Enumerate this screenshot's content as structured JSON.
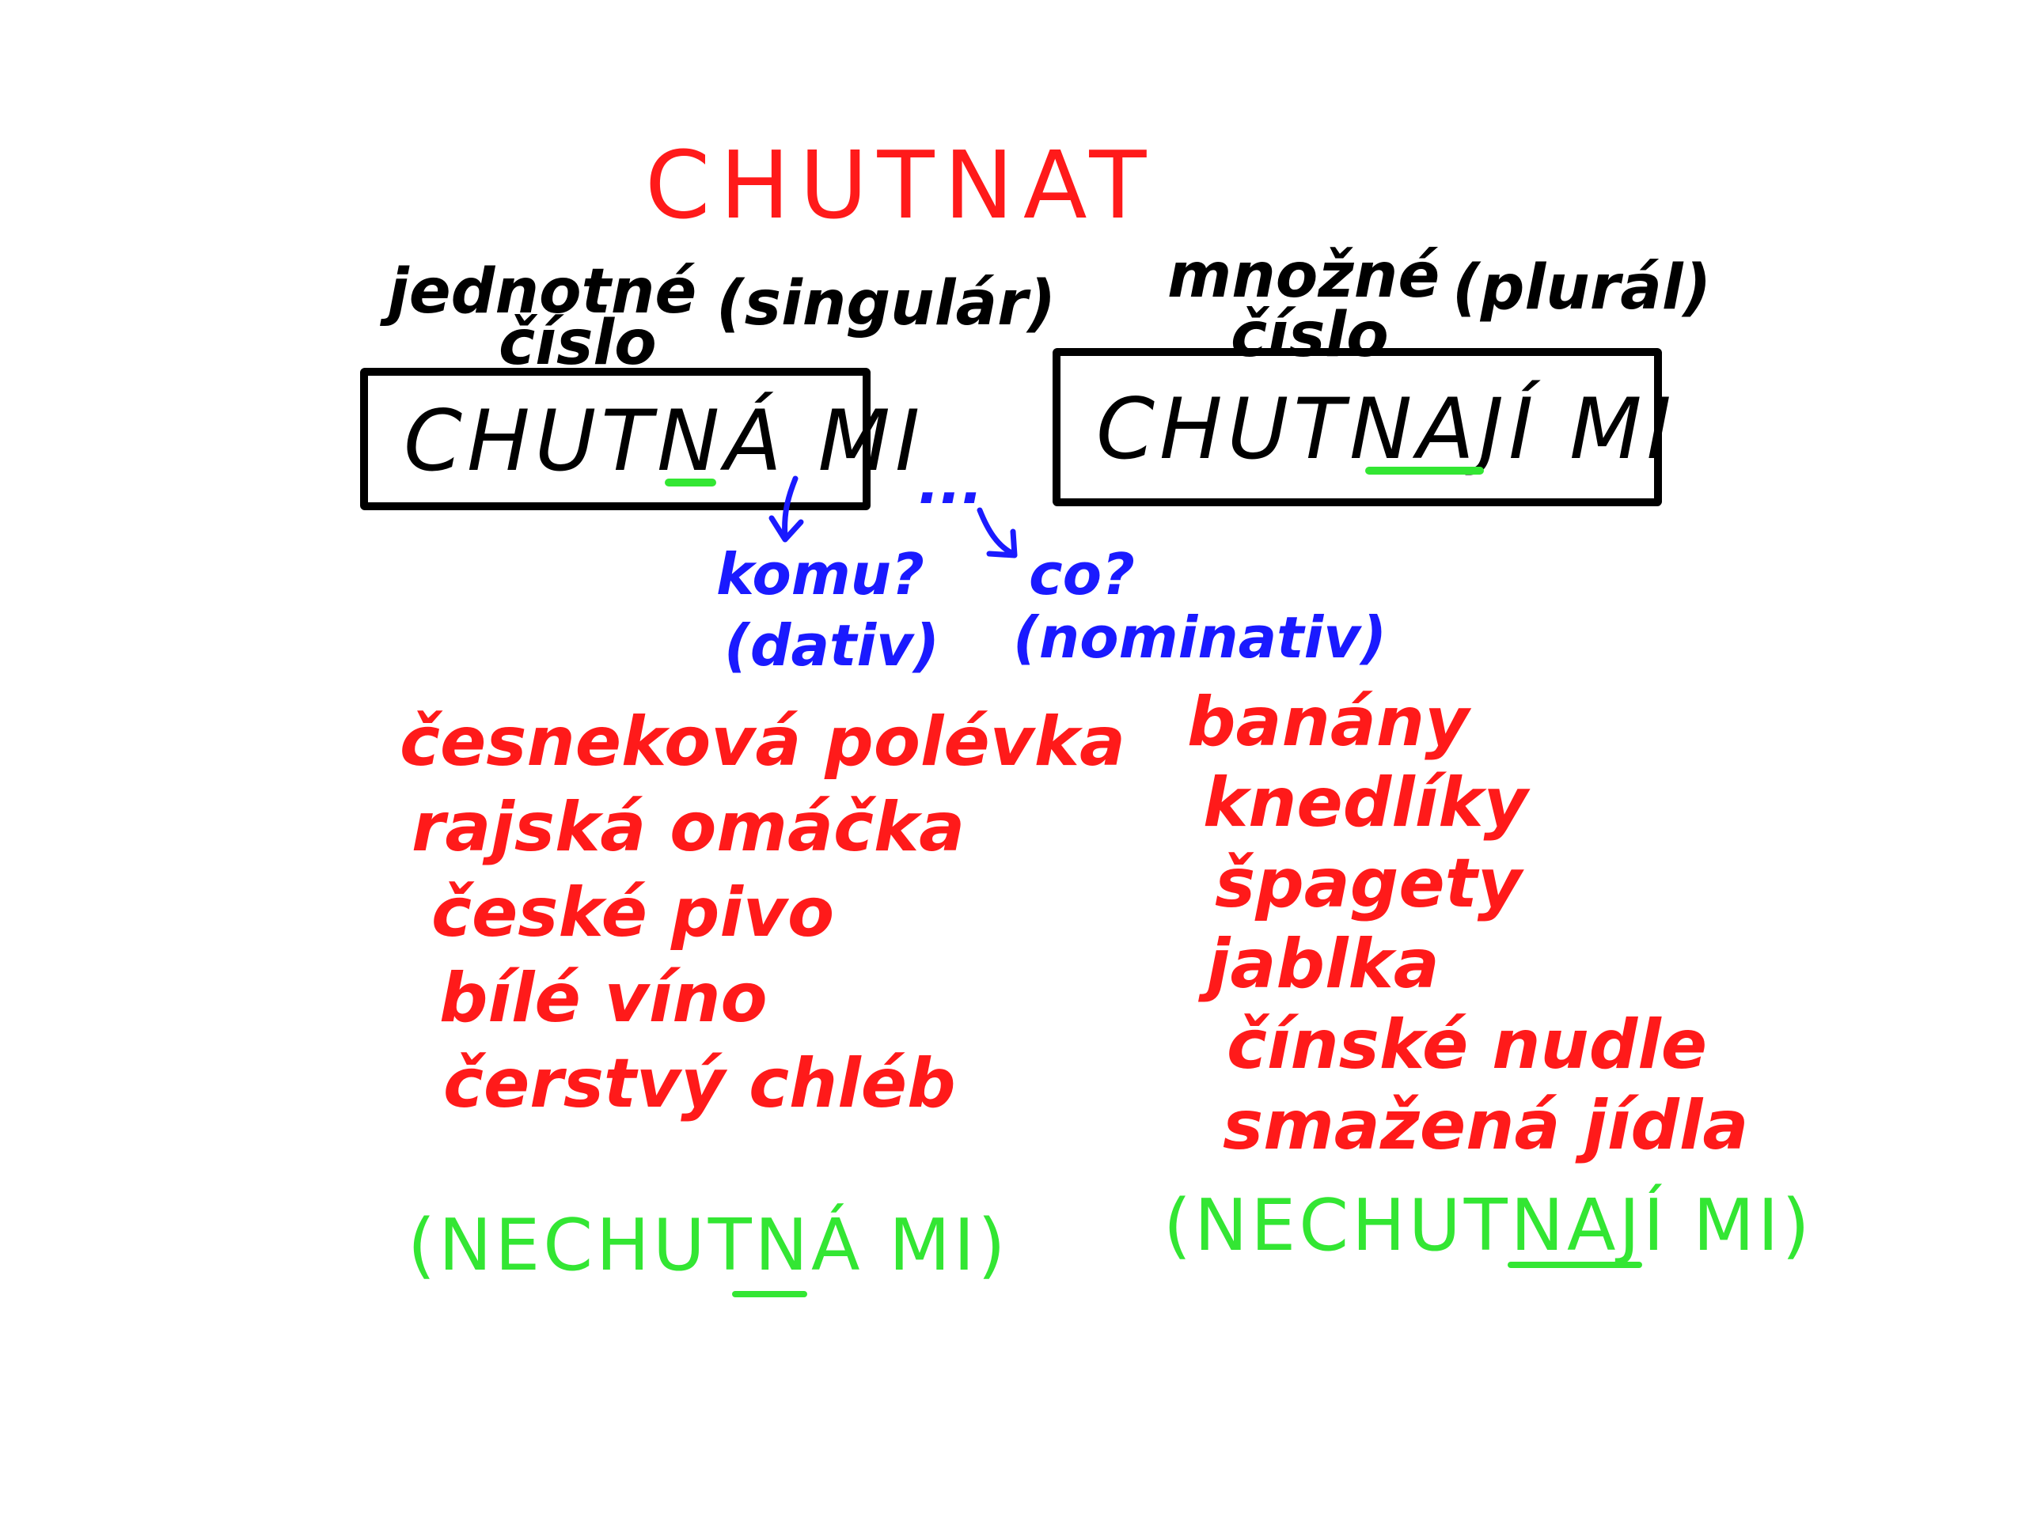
{
  "colors": {
    "red": "#ff1a1a",
    "black": "#000000",
    "blue": "#1a1aff",
    "green": "#33e633"
  },
  "title": "CHUTNAT",
  "singular": {
    "label_line1": "jednotné",
    "label_line2": "číslo",
    "label_latin": "(singulár)",
    "phrase": "CHUTNÁ MI",
    "examples": [
      "česneková polévka",
      "rajská omáčka",
      "české pivo",
      "bílé víno",
      "čerstvý chléb"
    ],
    "negative": "(NECHUTNÁ MI)"
  },
  "plural": {
    "label_line1": "množné",
    "label_line2": "číslo",
    "label_latin": "(plurál)",
    "phrase": "CHUTNAJÍ MI",
    "examples": [
      "banány",
      "knedlíky",
      "špagety",
      "jablka",
      "čínské nudle",
      "smažená jídla"
    ],
    "negative": "(NECHUTNAJÍ MI)"
  },
  "questions": {
    "ellipsis": "...",
    "dative_question": "komu?",
    "dative_case": "(dativ)",
    "nominative_question": "co?",
    "nominative_case": "(nominativ)"
  },
  "icons": {
    "arrow_dative": "arrow-down-icon",
    "arrow_nominative": "arrow-down-right-icon"
  }
}
